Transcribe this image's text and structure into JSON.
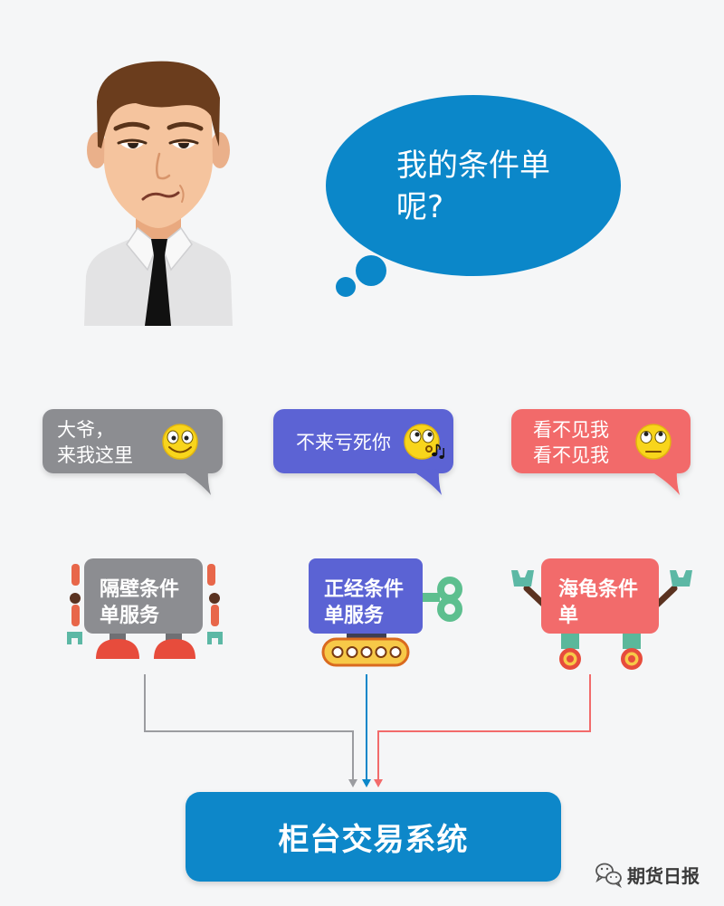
{
  "colors": {
    "background": "#f5f6f7",
    "blue": "#0b87c9",
    "gray": "#8c8d91",
    "purple": "#5b63d4",
    "coral": "#f26b6b",
    "line_gray": "#9b9ca0"
  },
  "character": {
    "icon": "frowning-man-icon"
  },
  "thought_bubble": {
    "lines": [
      "我的条件单",
      "呢?"
    ]
  },
  "speech_bubbles": [
    {
      "lines": [
        "大爷，",
        "来我这里"
      ],
      "emoji": "grinning-face-icon"
    },
    {
      "lines": [
        "不来亏死你"
      ],
      "emoji": "whistling-face-icon"
    },
    {
      "lines": [
        "看不见我",
        "看不见我"
      ],
      "emoji": "neutral-face-icon"
    }
  ],
  "robots": [
    {
      "lines": [
        "隔壁条件",
        "单服务"
      ]
    },
    {
      "lines": [
        "正经条件",
        "单服务"
      ]
    },
    {
      "lines": [
        "海龟条件",
        "单"
      ]
    }
  ],
  "system_box": {
    "label": "柜台交易系统"
  },
  "watermark": {
    "icon": "wechat-icon",
    "label": "期货日报"
  }
}
